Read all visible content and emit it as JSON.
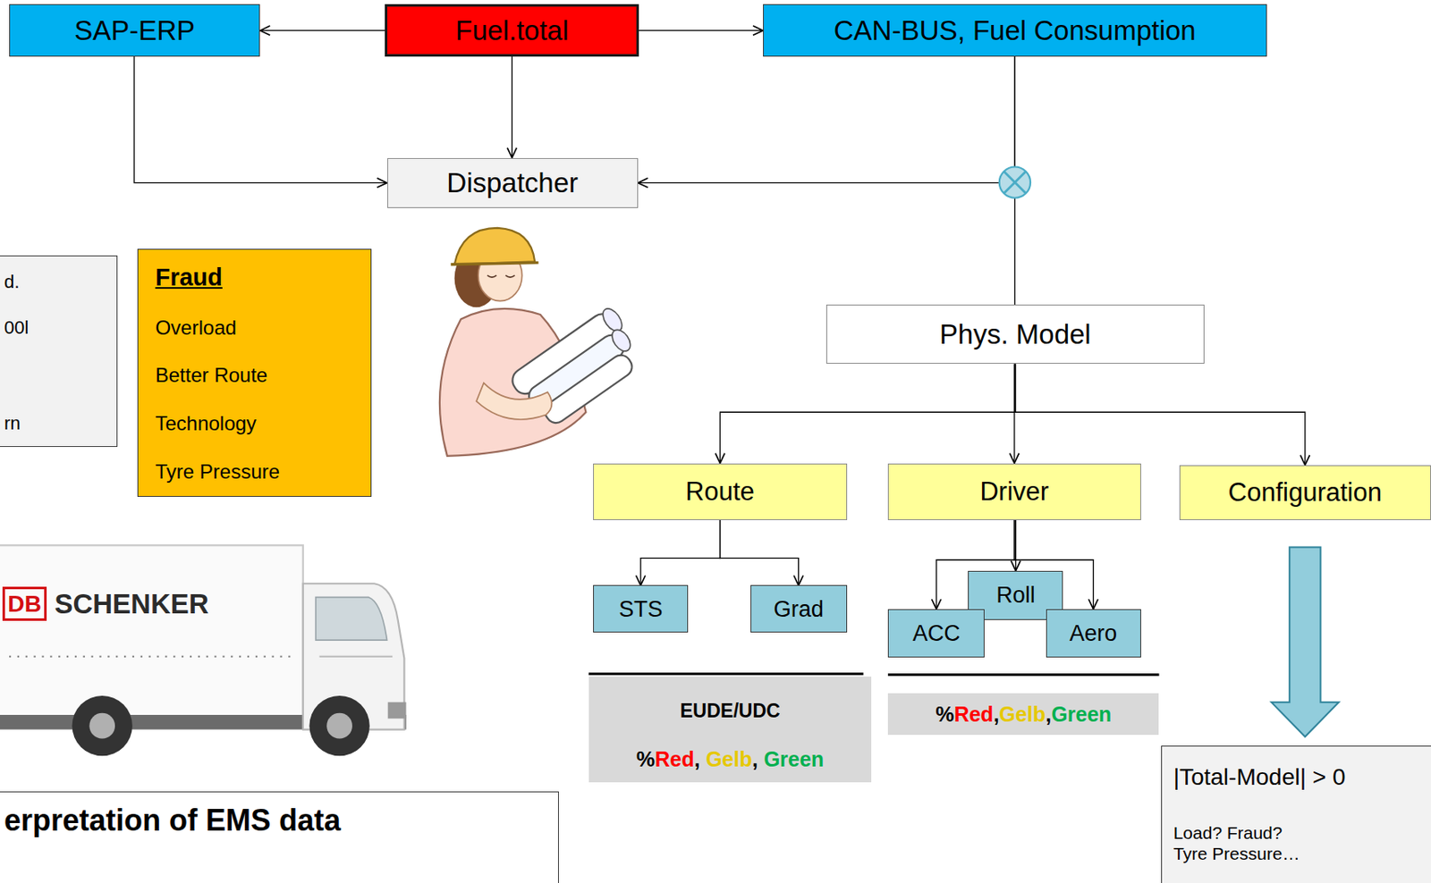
{
  "diagram": {
    "nodes": [
      {
        "text": [
          "SAP-ERP"
        ]
      },
      {
        "text": [
          "Fuel.total"
        ]
      },
      {
        "text": [
          "CAN-BUS, Fuel Consumption"
        ]
      },
      {
        "text": [
          "Dispatcher"
        ]
      },
      {
        "text": [
          "d.",
          "00l",
          "rn"
        ]
      },
      {
        "text": [
          "Fraud",
          "Overload",
          "Better Route",
          "Technology",
          "Tyre Pressure"
        ]
      },
      {
        "text": [
          "Phys. Model"
        ]
      },
      {
        "text": [
          "Route"
        ]
      },
      {
        "text": [
          "Driver"
        ]
      },
      {
        "text": [
          "Configuration"
        ]
      },
      {
        "text": [
          "STS"
        ]
      },
      {
        "text": [
          "Grad"
        ]
      },
      {
        "text": [
          "Roll"
        ]
      },
      {
        "text": [
          "ACC"
        ]
      },
      {
        "text": [
          "Aero"
        ]
      },
      {
        "text": [
          "EUDE/UDC",
          "%Red, Gelb, Green"
        ]
      },
      {
        "text": [
          "%Red,Gelb,Green"
        ]
      },
      {
        "text": [
          "|Total-Model| > 0",
          "Load? Fraud? Tyre Pressure…"
        ]
      },
      {
        "text": [
          "erpretation of EMS data"
        ]
      }
    ],
    "edges": [
      {
        "from": 1,
        "to": 0,
        "arrow": "to"
      },
      {
        "from": 1,
        "to": 2,
        "arrow": "to"
      },
      {
        "from": 1,
        "to": 3,
        "arrow": "to"
      },
      {
        "from": 0,
        "to": 3,
        "arrow": "to"
      },
      {
        "from": 2,
        "to": 3,
        "arrow": "to"
      },
      {
        "from": 2,
        "to": 6,
        "arrow": "none"
      },
      {
        "from": 6,
        "to": 7,
        "arrow": "to"
      },
      {
        "from": 6,
        "to": 8,
        "arrow": "to"
      },
      {
        "from": 6,
        "to": 9,
        "arrow": "to"
      },
      {
        "from": 7,
        "to": 10,
        "arrow": "to"
      },
      {
        "from": 7,
        "to": 11,
        "arrow": "to"
      },
      {
        "from": 8,
        "to": 13,
        "arrow": "to"
      },
      {
        "from": 8,
        "to": 12,
        "arrow": "to"
      },
      {
        "from": 8,
        "to": 14,
        "arrow": "to"
      },
      {
        "from": 9,
        "to": 17,
        "arrow": "to"
      }
    ],
    "labels": [
      "DB",
      "SCHENKER"
    ]
  }
}
